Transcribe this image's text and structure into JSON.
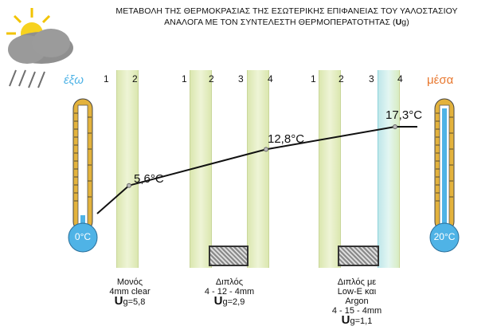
{
  "title": {
    "line1": "ΜΕΤΑΒΟΛΗ ΤΗΣ ΘΕΡΜΟΚΡΑΣΙΑΣ ΤΗΣ ΕΣΩΤΕΡΙΚΗΣ ΕΠΙΦΑΝΕΙΑΣ ΤΟΥ ΥΑΛΟΣΤΑΣΙΟΥ",
    "line2a": "ΑΝΑΛΟΓΑ ΜΕ ΤΟΝ ΣΥΝΤΕΛΕΣΤΗ ΘΕΡΜΟΠΕΡΑΤΟΤΗΤΑΣ (",
    "line2u": "U",
    "line2b": "g)"
  },
  "outside": {
    "label": "έξω",
    "temp": "0°C",
    "color": "#4fb3e6"
  },
  "inside": {
    "label": "μέσα",
    "temp": "20°C",
    "color": "#e8772e"
  },
  "glazing": [
    {
      "surfaces": [
        "1",
        "2"
      ],
      "temp_label": "5,6°C",
      "caption": [
        "Μονός",
        "4mm clear"
      ],
      "u_prefix": "U",
      "u_value": "g=5,8"
    },
    {
      "surfaces": [
        "1",
        "2",
        "3",
        "4"
      ],
      "temp_label": "12,8°C",
      "caption": [
        "Διπλός",
        "4 - 12 - 4mm"
      ],
      "u_prefix": "U",
      "u_value": "g=2,9"
    },
    {
      "surfaces": [
        "1",
        "2",
        "3",
        "4"
      ],
      "temp_label": "17,3°C",
      "caption": [
        "Διπλός με",
        "Low-E και",
        "Argon",
        "4 - 15 - 4mm"
      ],
      "u_prefix": "U",
      "u_value": "g=1,1"
    }
  ],
  "chart_data": {
    "type": "line",
    "x": [
      "έξω",
      "Μονός",
      "Διπλός",
      "Διπλός με Low-E και Argon"
    ],
    "values": [
      0,
      5.6,
      12.8,
      17.3
    ]
  }
}
